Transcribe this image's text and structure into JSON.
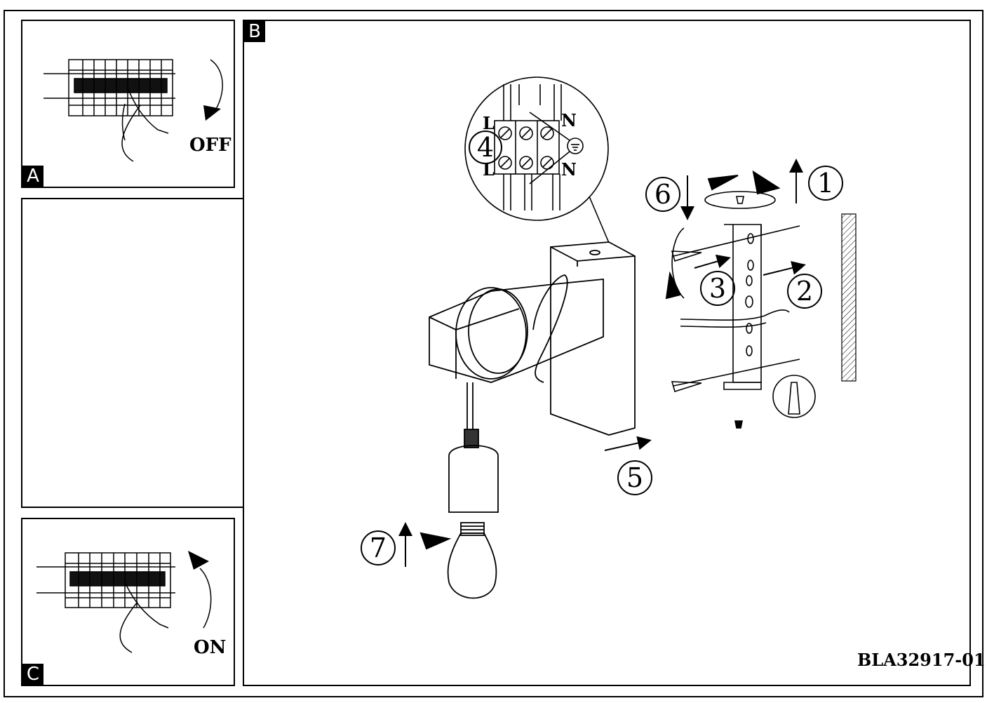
{
  "panels": {
    "a": {
      "tag": "A",
      "switch_label": "OFF"
    },
    "b": {
      "tag": "B",
      "doc_code": "BLA32917-01"
    },
    "c": {
      "tag": "C",
      "switch_label": "ON"
    }
  },
  "steps": [
    "1",
    "2",
    "3",
    "4",
    "5",
    "6",
    "7"
  ],
  "terminal_labels": {
    "line": "L",
    "neutral": "N"
  }
}
